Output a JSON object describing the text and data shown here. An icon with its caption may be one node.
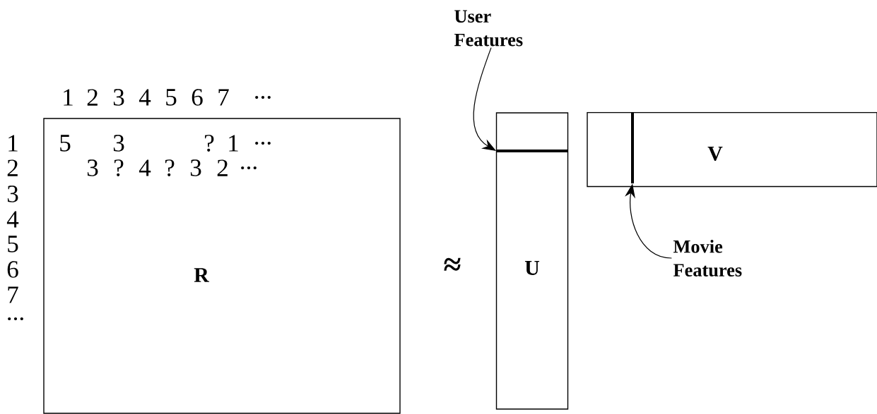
{
  "diagram": {
    "nodes": [
      {
        "text": [
          "R"
        ]
      },
      {
        "text": [
          "U"
        ]
      },
      {
        "text": [],
        "shape": "bar",
        "in": 1
      },
      {
        "text": [
          "V"
        ]
      },
      {
        "text": [],
        "shape": "bar",
        "in": 3
      },
      {
        "text": [
          "User Features"
        ]
      },
      {
        "text": [
          "Movie Features"
        ]
      }
    ],
    "edges": [
      {
        "from": 5,
        "to": 2,
        "arrow": "to"
      },
      {
        "from": 6,
        "to": 4,
        "arrow": "to"
      }
    ],
    "labels": [
      "1",
      "2",
      "3",
      "4",
      "5",
      "6",
      "7",
      "...",
      "1",
      "5",
      "3",
      "?",
      "1",
      "...",
      "2",
      "3",
      "?",
      "4",
      "?",
      "3",
      "2",
      "...",
      "3",
      "4",
      "5",
      "6",
      "7",
      "...",
      "≈"
    ]
  }
}
